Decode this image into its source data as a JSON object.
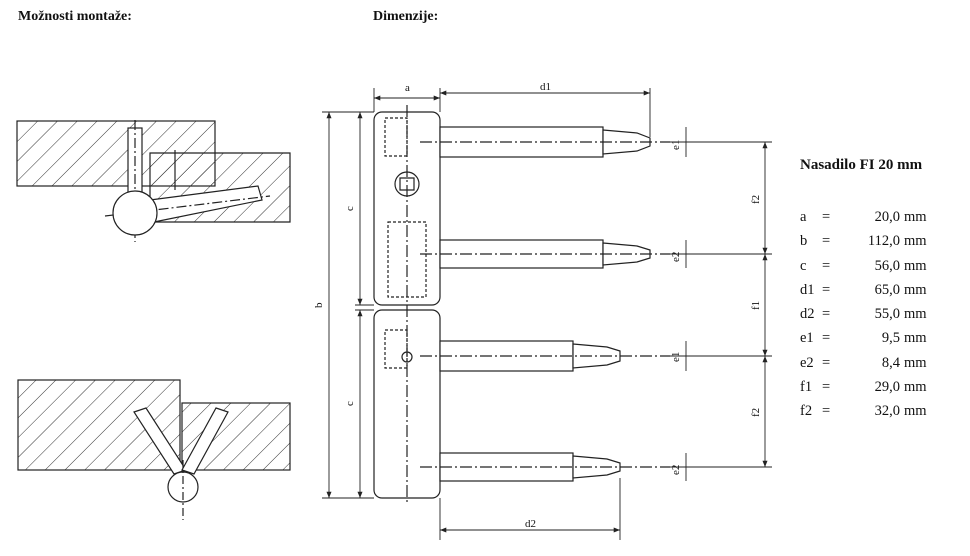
{
  "headings": {
    "mounting": "Možnosti montaže:",
    "dimensions": "Dimenzije:"
  },
  "spec": {
    "title": "Nasadilo FI 20 mm",
    "rows": [
      {
        "label": "a",
        "eq": "=",
        "value": "20,0",
        "unit": "mm"
      },
      {
        "label": "b",
        "eq": "=",
        "value": "112,0",
        "unit": "mm"
      },
      {
        "label": "c",
        "eq": "=",
        "value": "56,0",
        "unit": "mm"
      },
      {
        "label": "d1",
        "eq": "=",
        "value": "65,0",
        "unit": "mm"
      },
      {
        "label": "d2",
        "eq": "=",
        "value": "55,0",
        "unit": "mm"
      },
      {
        "label": "e1",
        "eq": "=",
        "value": "9,5",
        "unit": "mm"
      },
      {
        "label": "e2",
        "eq": "=",
        "value": "8,4",
        "unit": "mm"
      },
      {
        "label": "f1",
        "eq": "=",
        "value": "29,0",
        "unit": "mm"
      },
      {
        "label": "f2",
        "eq": "=",
        "value": "32,0",
        "unit": "mm"
      }
    ]
  },
  "dim_labels": {
    "a": "a",
    "b": "b",
    "c_top": "c",
    "c_bottom": "c",
    "d1": "d1",
    "d2": "d2",
    "e1_top": "e1",
    "e2_top": "e2",
    "e1_bottom": "e1",
    "e2_bottom": "e2",
    "f1": "f1",
    "f2_top": "f2",
    "f2_bottom": "f2"
  },
  "colors": {
    "line": "#222222",
    "background": "#ffffff"
  }
}
